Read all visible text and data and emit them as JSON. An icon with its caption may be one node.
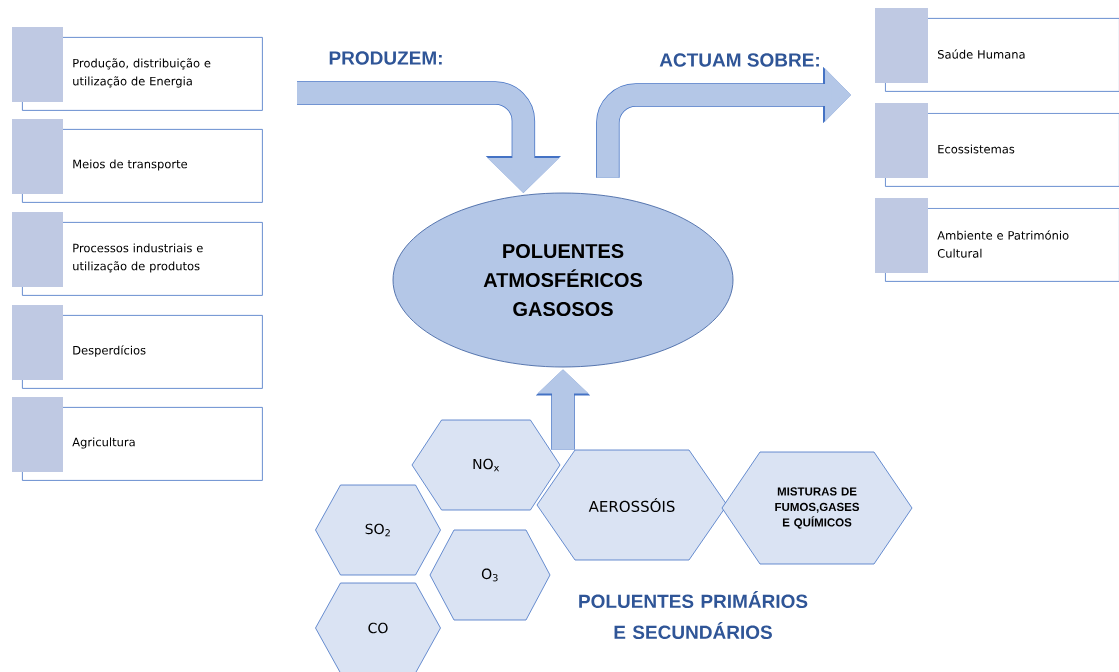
{
  "diagram": {
    "nodes": [
      {
        "text": [
          "Produção, distribuição e utilização de Energia"
        ]
      },
      {
        "text": [
          "Meios de transporte"
        ]
      },
      {
        "text": [
          "Processos industriais e utilização de produtos"
        ]
      },
      {
        "text": [
          "Desperdícios"
        ]
      },
      {
        "text": [
          "Agricultura"
        ]
      },
      {
        "text": [
          "POLUENTES ATMOSFÉRICOS GASOSOS"
        ]
      },
      {
        "text": [
          "Saúde Humana"
        ]
      },
      {
        "text": [
          "Ecossistemas"
        ]
      },
      {
        "text": [
          "Ambiente e Património Cultural"
        ]
      },
      {
        "text": [
          "NO$_{x}$"
        ]
      },
      {
        "text": [
          "SO$_{2}$"
        ]
      },
      {
        "text": [
          "O$_{3}$"
        ]
      },
      {
        "text": [
          "CO"
        ]
      },
      {
        "text": [
          "AEROSSÓIS"
        ]
      },
      {
        "text": [
          "MISTURAS DE FUMOS,GASES E QUÍMICOS"
        ]
      }
    ],
    "edges": [
      {
        "from": null,
        "to": 5,
        "arrow": "to",
        "label": "PRODUZEM:"
      },
      {
        "from": 5,
        "to": null,
        "arrow": "to",
        "label": "ACTUAM SOBRE:"
      },
      {
        "from": 13,
        "to": 5,
        "arrow": "to"
      }
    ],
    "labels": [
      "POLUENTES PRIMÁRIOS E SECUNDÁRIOS"
    ]
  }
}
